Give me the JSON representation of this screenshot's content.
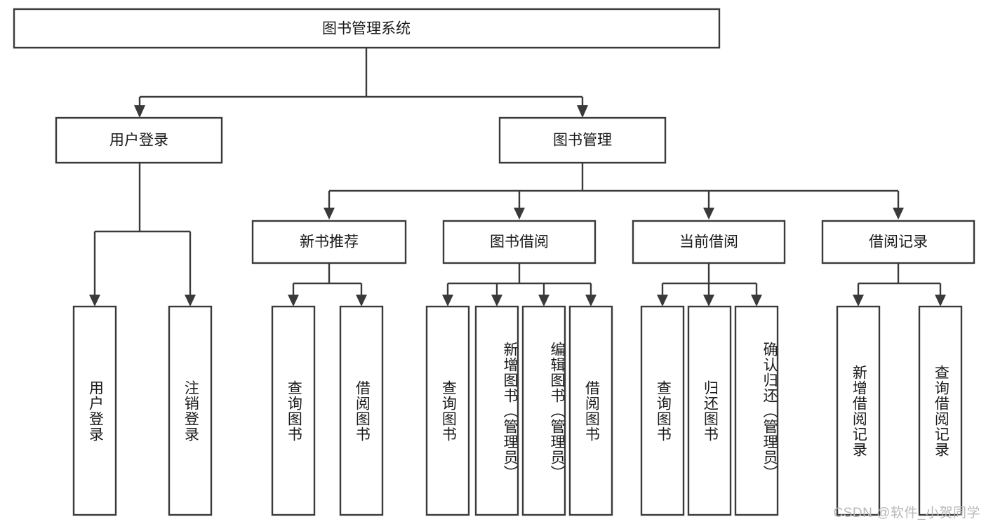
{
  "diagram": {
    "type": "tree",
    "title": "图书管理系统",
    "watermark": "CSDN @软件_小贺同学",
    "root": {
      "id": "root",
      "label": "图书管理系统"
    },
    "level2": [
      {
        "id": "user-login",
        "label": "用户登录"
      },
      {
        "id": "book-manage",
        "label": "图书管理"
      }
    ],
    "level3": [
      {
        "id": "new-book-rec",
        "label": "新书推荐",
        "parent": "book-manage"
      },
      {
        "id": "book-borrow",
        "label": "图书借阅",
        "parent": "book-manage"
      },
      {
        "id": "current-borrow",
        "label": "当前借阅",
        "parent": "book-manage"
      },
      {
        "id": "borrow-record",
        "label": "借阅记录",
        "parent": "book-manage"
      }
    ],
    "leaves": [
      {
        "id": "leaf-user-login",
        "label": "用户登录",
        "parent": "user-login"
      },
      {
        "id": "leaf-logout",
        "label": "注销登录",
        "parent": "user-login"
      },
      {
        "id": "leaf-query-book-1",
        "label": "查询图书",
        "parent": "new-book-rec"
      },
      {
        "id": "leaf-borrow-book-1",
        "label": "借阅图书",
        "parent": "new-book-rec"
      },
      {
        "id": "leaf-query-book-2",
        "label": "查询图书",
        "parent": "book-borrow"
      },
      {
        "id": "leaf-add-book",
        "label": "新增图书（管理员）",
        "parent": "book-borrow"
      },
      {
        "id": "leaf-edit-book",
        "label": "编辑图书（管理员）",
        "parent": "book-borrow"
      },
      {
        "id": "leaf-borrow-book-2",
        "label": "借阅图书",
        "parent": "book-borrow"
      },
      {
        "id": "leaf-query-book-3",
        "label": "查询图书",
        "parent": "current-borrow"
      },
      {
        "id": "leaf-return-book",
        "label": "归还图书",
        "parent": "current-borrow"
      },
      {
        "id": "leaf-confirm-return",
        "label": "确认归还（管理员）",
        "parent": "current-borrow"
      },
      {
        "id": "leaf-add-record",
        "label": "新增借阅记录",
        "parent": "borrow-record"
      },
      {
        "id": "leaf-query-record",
        "label": "查询借阅记录",
        "parent": "borrow-record"
      }
    ],
    "colors": {
      "stroke": "#3a3a3a",
      "fill": "#ffffff",
      "text": "#1a1a1a",
      "watermark": "#b8b8b8"
    }
  }
}
